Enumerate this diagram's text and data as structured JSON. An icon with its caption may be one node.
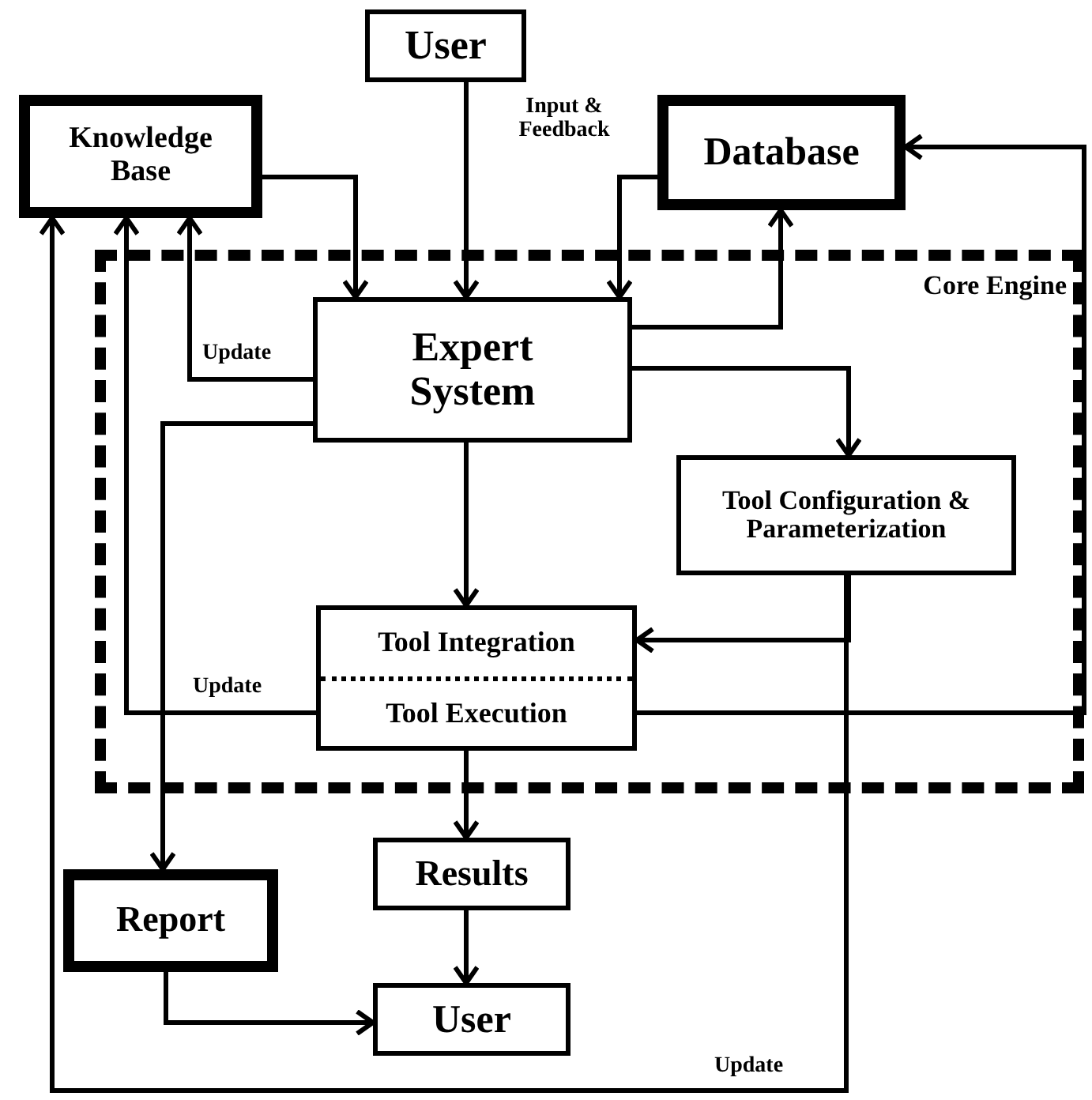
{
  "diagram": {
    "nodes": [
      {
        "text": [
          "User"
        ]
      },
      {
        "text": [
          "Knowledge Base"
        ]
      },
      {
        "text": [
          "Database"
        ]
      },
      {
        "text": [
          "Core Engine"
        ]
      },
      {
        "text": [
          "Expert System"
        ],
        "in": 3
      },
      {
        "text": [
          "Tool Configuration & Parameterization"
        ],
        "in": 3
      },
      {
        "text": [
          "Tool Integration",
          "Tool Execution"
        ],
        "in": 3
      },
      {
        "text": [
          "Results"
        ]
      },
      {
        "text": [
          "Report"
        ]
      },
      {
        "text": [
          "User"
        ]
      }
    ],
    "edges": [
      {
        "from": 0,
        "to": 4,
        "arrow": "to",
        "label": "Input & Feedback"
      },
      {
        "from": 1,
        "to": 4,
        "arrow": "to"
      },
      {
        "from": 2,
        "to": 4,
        "arrow": "to"
      },
      {
        "from": 4,
        "to": 2,
        "arrow": "to"
      },
      {
        "from": 4,
        "to": 1,
        "arrow": "to",
        "label": "Update"
      },
      {
        "from": 4,
        "to": 5,
        "arrow": "to"
      },
      {
        "from": 4,
        "to": 6,
        "arrow": "to"
      },
      {
        "from": 4,
        "to": 8,
        "arrow": "to"
      },
      {
        "from": 5,
        "to": 6,
        "arrow": "to"
      },
      {
        "from": 5,
        "to": 1,
        "arrow": "to",
        "label": "Update"
      },
      {
        "from": 6,
        "to": 1,
        "arrow": "to",
        "label": "Update"
      },
      {
        "from": 6,
        "to": 2,
        "arrow": "to"
      },
      {
        "from": 6,
        "to": 7,
        "arrow": "to"
      },
      {
        "from": 7,
        "to": 9,
        "arrow": "to"
      },
      {
        "from": 8,
        "to": 9,
        "arrow": "to"
      }
    ]
  }
}
